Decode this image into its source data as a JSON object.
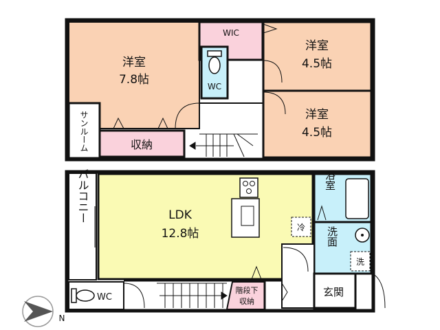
{
  "colors": {
    "room_western": "#fad2b4",
    "room_ldk": "#fafab4",
    "room_wet": "#c8f0fa",
    "room_storage": "#fad2dc",
    "wall": "#111111",
    "interior": "#ffffff"
  },
  "upper_floor": {
    "western_room_large": {
      "name": "洋室",
      "size": "7.8帖"
    },
    "western_room_top": {
      "name": "洋室",
      "size": "4.5帖"
    },
    "western_room_bottom": {
      "name": "洋室",
      "size": "4.5帖"
    },
    "wic": "WIC",
    "wc": "WC",
    "storage": "収納",
    "sunroom": "サンルーム"
  },
  "lower_floor": {
    "ldk": {
      "name": "LDK",
      "size": "12.8帖"
    },
    "balcony": "バルコニー",
    "bath": "浴室",
    "washroom": "洗面",
    "fridge": "冷",
    "washer": "洗",
    "wc": "WC",
    "under_stairs_storage": {
      "line1": "階段下",
      "line2": "収納"
    },
    "entrance": "玄関"
  },
  "compass": {
    "label": "N"
  }
}
